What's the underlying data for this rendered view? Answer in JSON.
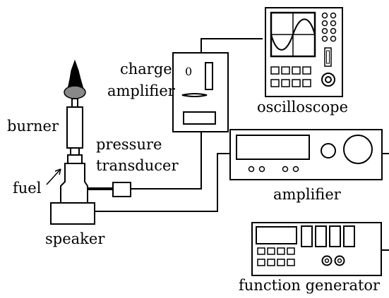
{
  "labels": {
    "burner": "burner",
    "fuel": "fuel",
    "speaker": "speaker",
    "charge_amplifier_line1": "charge",
    "charge_amplifier_line2": "amplifier",
    "pressure_transducer_line1": "pressure",
    "pressure_transducer_line2": "transducer",
    "oscilloscope": "oscilloscope",
    "amplifier": "amplifier",
    "function_generator": "function generator"
  },
  "charge_amplifier_panel_text": "0",
  "colors": {
    "line": "#000000",
    "background": "#ffffff",
    "flame": "#000000",
    "flame_base": "#888888"
  }
}
